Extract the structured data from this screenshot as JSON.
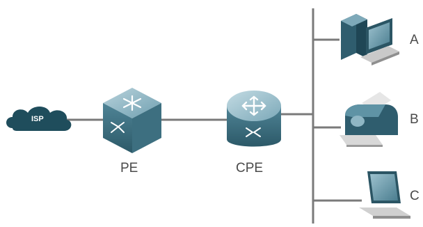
{
  "network": {
    "isp": {
      "label": "ISP",
      "icon": "cloud-icon"
    },
    "pe": {
      "label": "PE",
      "icon": "switch-icon"
    },
    "cpe": {
      "label": "CPE",
      "icon": "router-icon"
    },
    "endpoints": [
      {
        "label": "A",
        "icon": "desktop-computer-icon"
      },
      {
        "label": "B",
        "icon": "printer-icon"
      },
      {
        "label": "C",
        "icon": "laptop-icon"
      }
    ]
  },
  "colors": {
    "link": "#7a7a7a",
    "device_dark": "#2f5d6e",
    "device_mid": "#4d8193",
    "device_light": "#8fb6c4",
    "cloud": "#1f4d5c",
    "label": "#4a4a4a"
  }
}
